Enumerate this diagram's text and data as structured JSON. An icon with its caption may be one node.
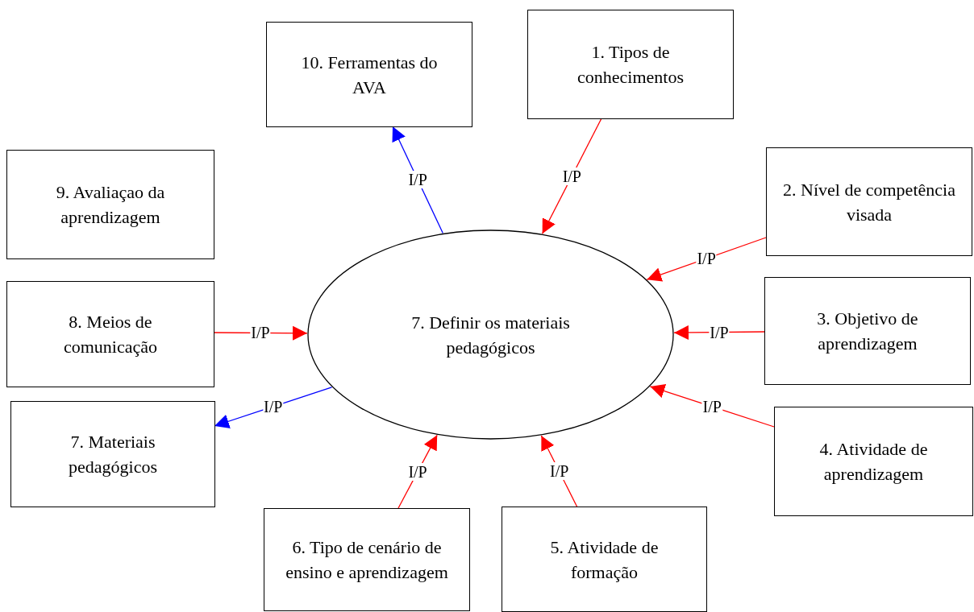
{
  "diagram": {
    "nodes": [
      {
        "text": [
          "10. Ferramentas do AVA"
        ]
      },
      {
        "text": [
          "1. Tipos de conhecimentos"
        ]
      },
      {
        "text": [
          "9. Avaliaçao da aprendizagem"
        ]
      },
      {
        "text": [
          "2. Nível de competência visada"
        ]
      },
      {
        "text": [
          "8. Meios de comunicação"
        ]
      },
      {
        "text": [
          "7. Definir os materiais pedagógicos"
        ]
      },
      {
        "text": [
          "3. Objetivo de aprendizagem"
        ]
      },
      {
        "text": [
          "7. Materiais pedagógicos"
        ]
      },
      {
        "text": [
          "4. Atividade de aprendizagem"
        ]
      },
      {
        "text": [
          "6. Tipo de cenário de ensino e aprendizagem"
        ]
      },
      {
        "text": [
          "5. Atividade de formação"
        ]
      }
    ],
    "edges": [
      {
        "from": 1,
        "to": 5,
        "arrow": "to",
        "label": "I/P"
      },
      {
        "from": 3,
        "to": 5,
        "arrow": "to",
        "label": "I/P"
      },
      {
        "from": 6,
        "to": 5,
        "arrow": "to",
        "label": "I/P"
      },
      {
        "from": 8,
        "to": 5,
        "arrow": "to",
        "label": "I/P"
      },
      {
        "from": 10,
        "to": 5,
        "arrow": "to",
        "label": "I/P"
      },
      {
        "from": 9,
        "to": 5,
        "arrow": "to",
        "label": "I/P"
      },
      {
        "from": 4,
        "to": 5,
        "arrow": "to",
        "label": "I/P"
      },
      {
        "from": 5,
        "to": 7,
        "arrow": "to",
        "label": "I/P",
        "color": "#0000ff"
      },
      {
        "from": 5,
        "to": 0,
        "arrow": "to",
        "label": "I/P",
        "color": "#0000ff"
      }
    ]
  }
}
